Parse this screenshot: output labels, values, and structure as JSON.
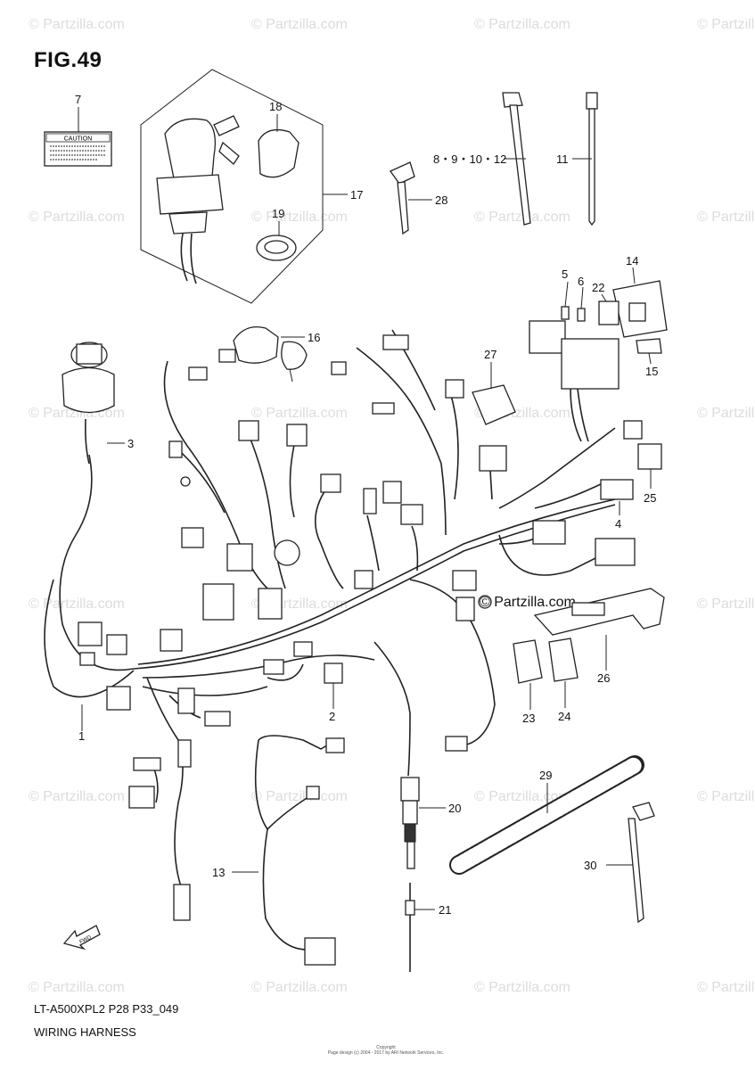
{
  "figure": {
    "title": "FIG.49",
    "code": "LT-A500XPL2 P28 P33_049",
    "subtitle": "WIRING HARNESS",
    "copyright_line1": "Copyright",
    "copyright_line2": "Page design (c) 2004 - 2017 by ARI Network Services, Inc.",
    "watermark": "© Partzilla.com",
    "center_watermark": "© Partzilla.com",
    "direction_arrow": "FWD"
  },
  "labels": {
    "caution": "CAUTION",
    "p1": "1",
    "p2": "2",
    "p3": "3",
    "p4": "4",
    "p5": "5",
    "p6": "6",
    "p7": "7",
    "p8_12": "8・9・10・12",
    "p11": "11",
    "p13": "13",
    "p14": "14",
    "p15": "15",
    "p16": "16",
    "p17": "17",
    "p18": "18",
    "p19": "19",
    "p20": "20",
    "p21": "21",
    "p22": "22",
    "p23": "23",
    "p24": "24",
    "p25": "25",
    "p26": "26",
    "p27": "27",
    "p28": "28",
    "p29": "29",
    "p30": "30"
  },
  "icons": [
    "key-icon",
    "fwd-arrow-icon",
    "watermark-logo"
  ]
}
